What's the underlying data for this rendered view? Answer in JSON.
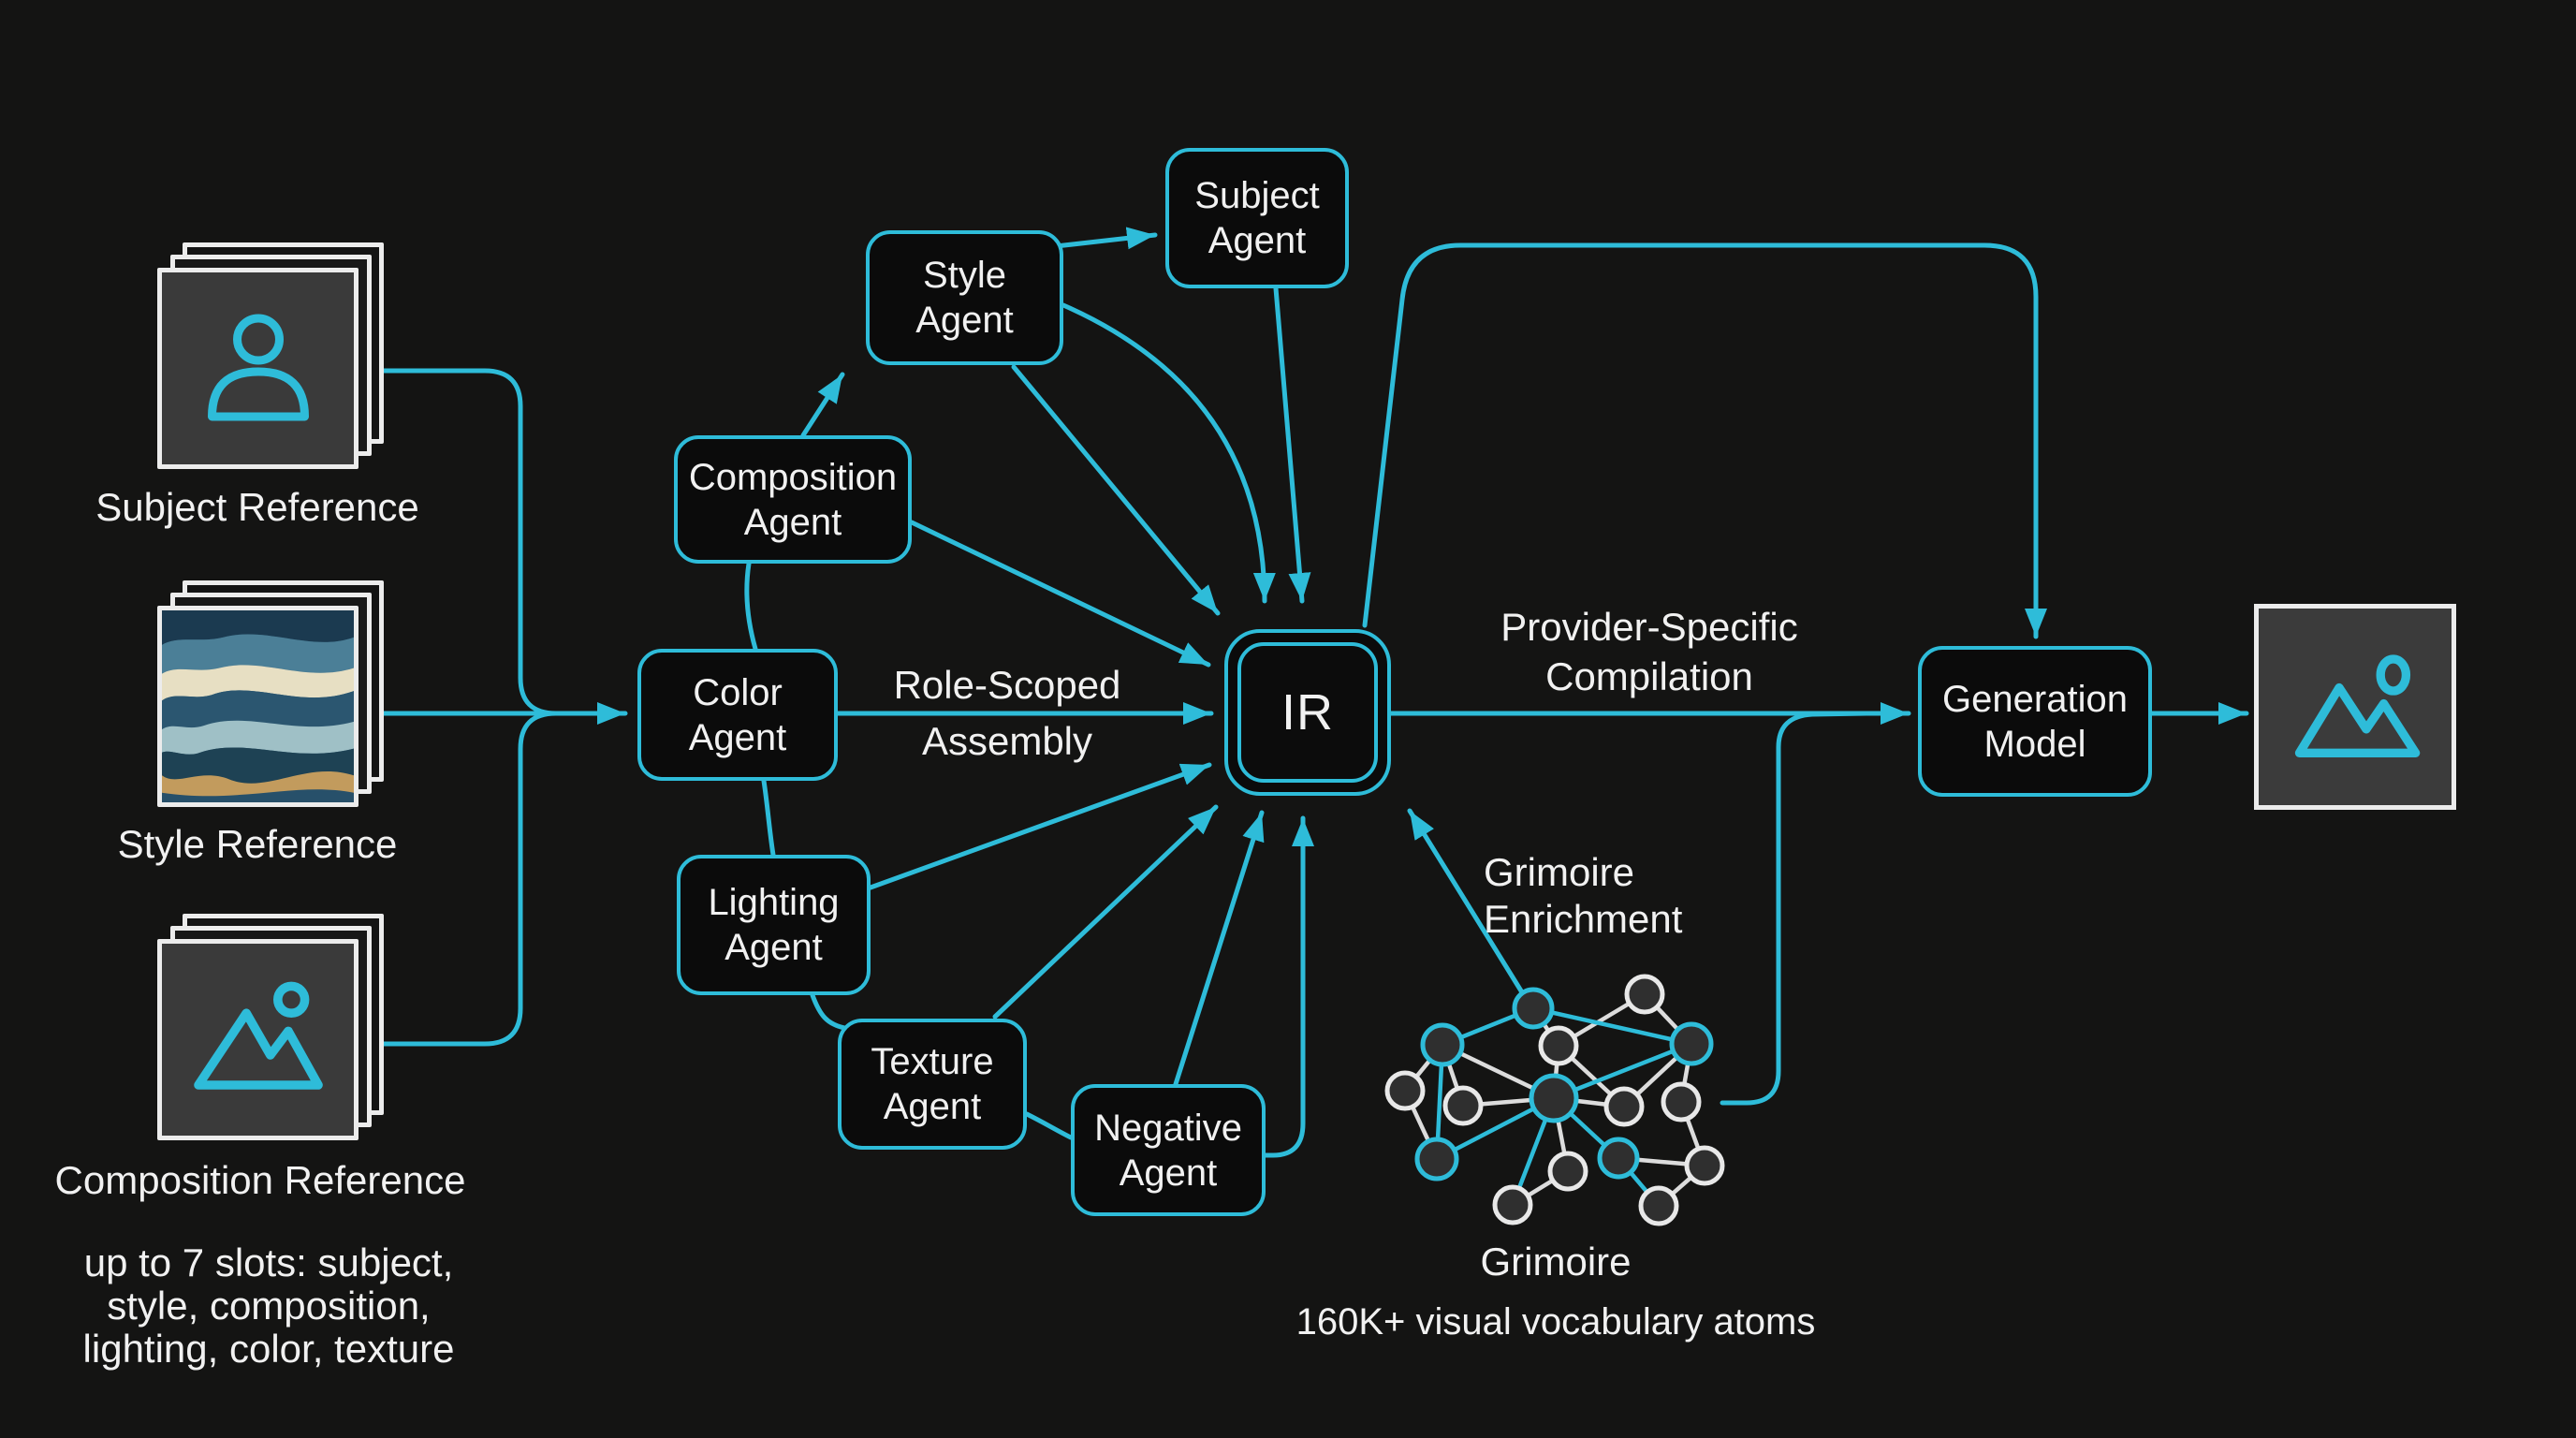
{
  "colors": {
    "background": "#141413",
    "accent": "#2ebcd9",
    "box_fill": "#0b0b0b",
    "card_fill": "#3a3a3a",
    "card_border": "#ececec",
    "text": "#f1f1f1",
    "network_edge": "#dcdcdc",
    "node_fill": "#2f2f2f"
  },
  "icons": {
    "subject_reference": "person-icon",
    "style_reference": "wave-painting-thumbnail",
    "composition_reference": "landscape-icon",
    "output_image": "landscape-icon",
    "grimoire": "network-graph"
  },
  "references": {
    "subject_label": "Subject Reference",
    "style_label": "Style Reference",
    "composition_label": "Composition Reference",
    "slots_note": [
      "up to 7 slots: subject,",
      "style, composition,",
      "lighting, color, texture"
    ]
  },
  "agents": {
    "style": [
      "Style",
      "Agent"
    ],
    "subject": [
      "Subject",
      "Agent"
    ],
    "composition": [
      "Composition",
      "Agent"
    ],
    "color": [
      "Color",
      "Agent"
    ],
    "lighting": [
      "Lighting",
      "Agent"
    ],
    "texture": [
      "Texture",
      "Agent"
    ],
    "negative": [
      "Negative",
      "Agent"
    ]
  },
  "ir_label": "IR",
  "generation_model": [
    "Generation",
    "Model"
  ],
  "edge_labels": {
    "role_scoped": [
      "Role-Scoped",
      "Assembly"
    ],
    "provider": [
      "Provider-Specific",
      "Compilation"
    ],
    "enrichment": [
      "Grimoire",
      "Enrichment"
    ]
  },
  "grimoire": {
    "title": "Grimoire",
    "subtitle": "160K+ visual vocabulary atoms"
  }
}
